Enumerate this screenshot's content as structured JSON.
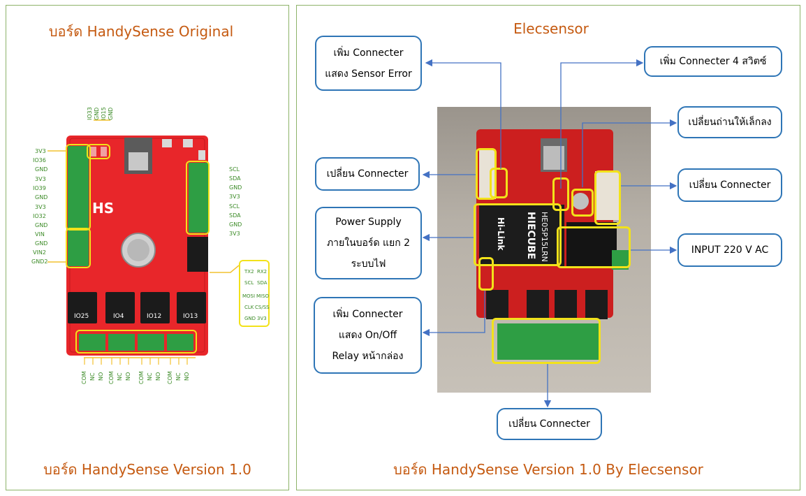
{
  "left_panel": {
    "title": "บอร์ด HandySense Original",
    "caption": "บอร์ด HandySense Version 1.0",
    "board": {
      "left_pins": [
        "3V3",
        "IO36",
        "GND",
        "3V3",
        "IO39",
        "GND",
        "3V3",
        "IO32",
        "GND",
        "VIN",
        "GND",
        "VIN2",
        "GND2"
      ],
      "right_pins": [
        "SCL",
        "SDA",
        "GND",
        "3V3",
        "SCL",
        "SDA",
        "GND",
        "3V3"
      ],
      "top_pins": [
        "IO33",
        "GND",
        "IO15",
        "GND"
      ],
      "relays": [
        "IO25",
        "IO4",
        "IO12",
        "IO13"
      ],
      "bottom_pins": [
        "COM",
        "NC",
        "NO",
        "COM",
        "NC",
        "NO",
        "COM",
        "NC",
        "NO",
        "COM",
        "NC",
        "NO"
      ],
      "header_pins": [
        [
          "TX2",
          "RX2"
        ],
        [
          "SCL",
          "SDA"
        ],
        [
          "MOSI",
          "MISO"
        ],
        [
          "CLK",
          "CS/SS"
        ],
        [
          "GND",
          "3V3"
        ]
      ],
      "logo": "HS"
    }
  },
  "right_panel": {
    "title": "Elecsensor",
    "caption": "บอร์ด HandySense Version 1.0 By Elecsensor",
    "callouts": {
      "sensor_error": [
        "เพิ่ม Connecter",
        "แสดง Sensor Error"
      ],
      "switch4": "เพิ่ม Connecter 4 สวิตซ์",
      "battery": "เปลี่ยนถ่านให้เล็กลง",
      "conn_left": "เปลี่ยน Connecter",
      "conn_right": "เปลี่ยน Connecter",
      "power": [
        "Power Supply",
        "ภายในบอร์ด แยก 2",
        "ระบบไฟ"
      ],
      "input": "INPUT 220 V AC",
      "onoff": [
        "เพิ่ม Connecter",
        "แสดง On/Off",
        "Relay หน้ากล่อง"
      ],
      "conn_bottom": "เปลี่ยน Connecter"
    },
    "module": {
      "brand": "Hi-Link",
      "name": "HIECUBE",
      "part": "HE05P15LRN"
    }
  },
  "colors": {
    "title": "#c55a11",
    "callout_border": "#2e75b6",
    "highlight": "#f2e21a",
    "panel_border": "#8db36a",
    "board_red": "#e8262a",
    "terminal_green": "#2e9e44"
  }
}
